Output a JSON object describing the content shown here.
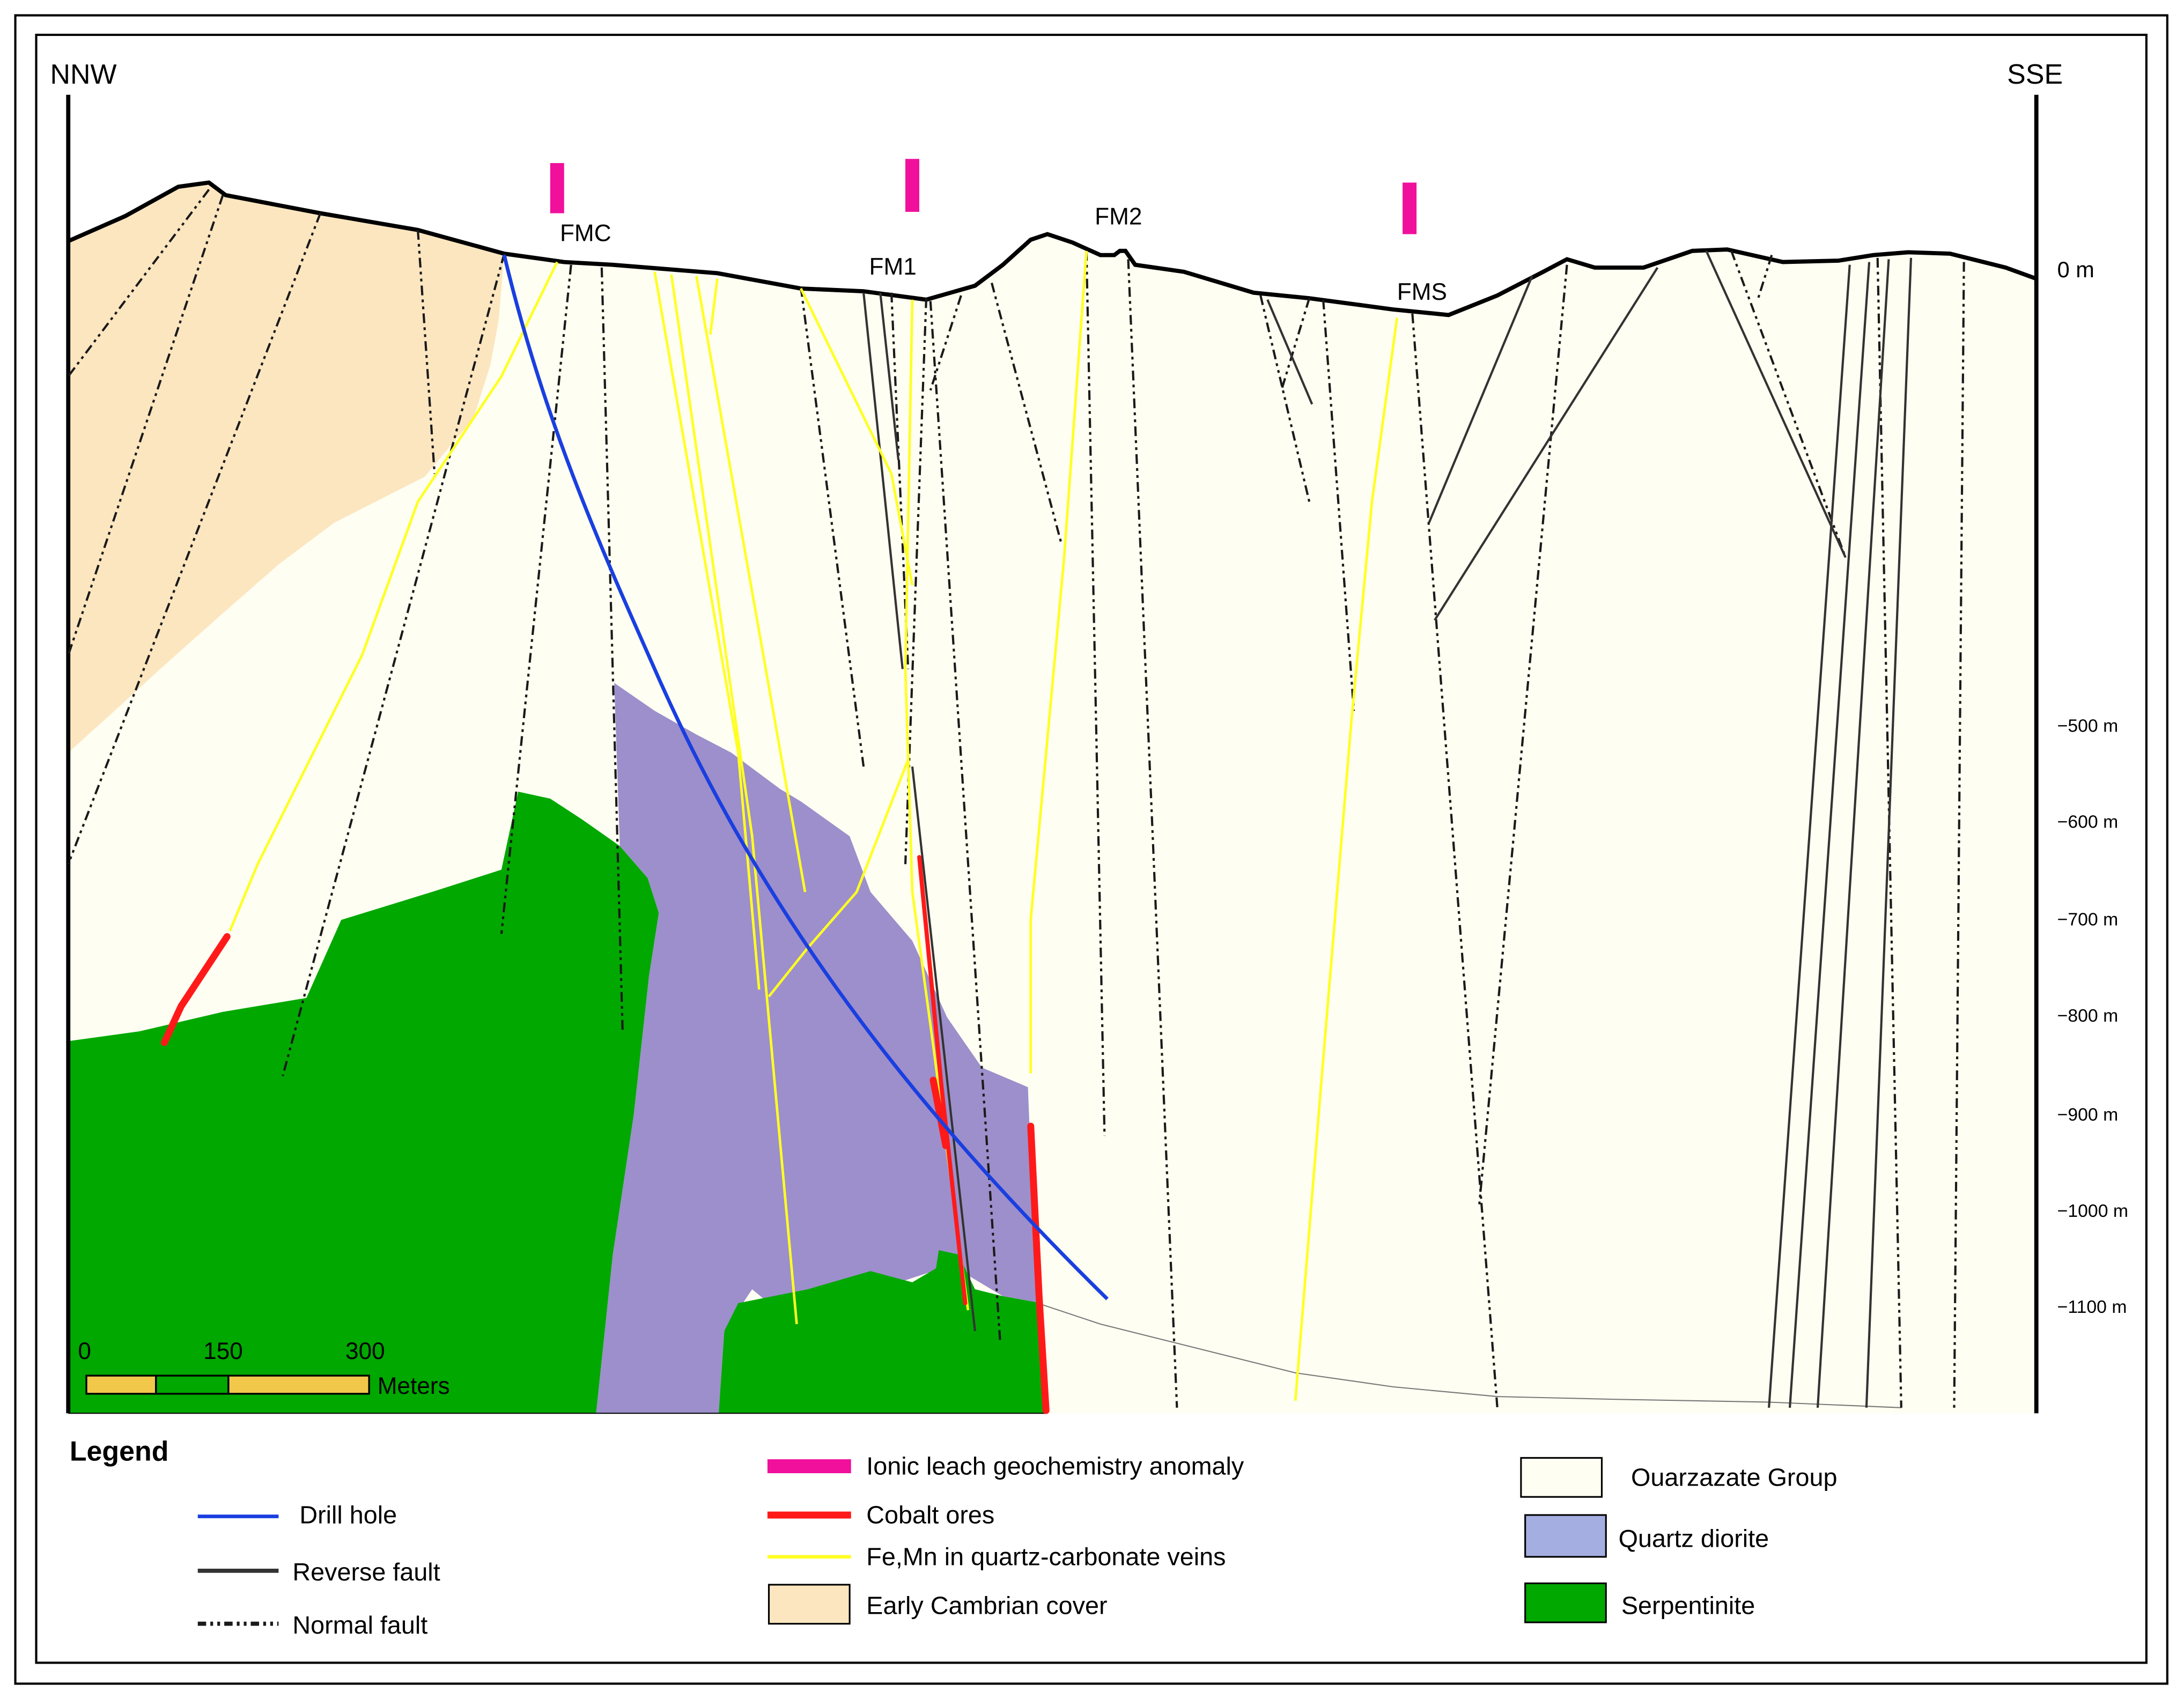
{
  "orientation": {
    "left": "NNW",
    "right": "SSE"
  },
  "sites": [
    {
      "id": "fmc",
      "label": "FMC"
    },
    {
      "id": "fm1",
      "label": "FM1"
    },
    {
      "id": "fm2",
      "label": "FM2"
    },
    {
      "id": "fms",
      "label": "FMS"
    }
  ],
  "depth_axis": {
    "surface_label": "0 m",
    "ticks": [
      "−500 m",
      "−600 m",
      "−700 m",
      "−800 m",
      "−900 m",
      "−1000 m",
      "−1100 m"
    ]
  },
  "scale_bar": {
    "labels": [
      "0",
      "150",
      "300"
    ],
    "unit": "Meters"
  },
  "legend": {
    "title": "Legend",
    "items": {
      "drill_hole": "Drill hole",
      "reverse_fault": "Reverse fault",
      "normal_fault": "Normal fault",
      "ionic_leach": "Ionic leach geochemistry anomaly",
      "cobalt_ores": "Cobalt ores",
      "fe_mn_veins": "Fe,Mn in quartz-carbonate veins",
      "early_cambrian": "Early Cambrian cover",
      "ouarzazate": "Ouarzazate Group",
      "quartz_diorite": "Quartz diorite",
      "serpentinite": "Serpentinite"
    }
  },
  "colors": {
    "ouarzazate": "#fefef2",
    "early_cambrian": "#fce6c0",
    "quartz_diorite": "#9d8fcb",
    "quartz_diorite_legend": "#a5aee0",
    "serpentinite": "#00a800",
    "drill_hole": "#1a3fe0",
    "cobalt": "#ff1a1a",
    "vein": "#ffff22",
    "anomaly": "#f0109c",
    "fault": "#222222"
  }
}
